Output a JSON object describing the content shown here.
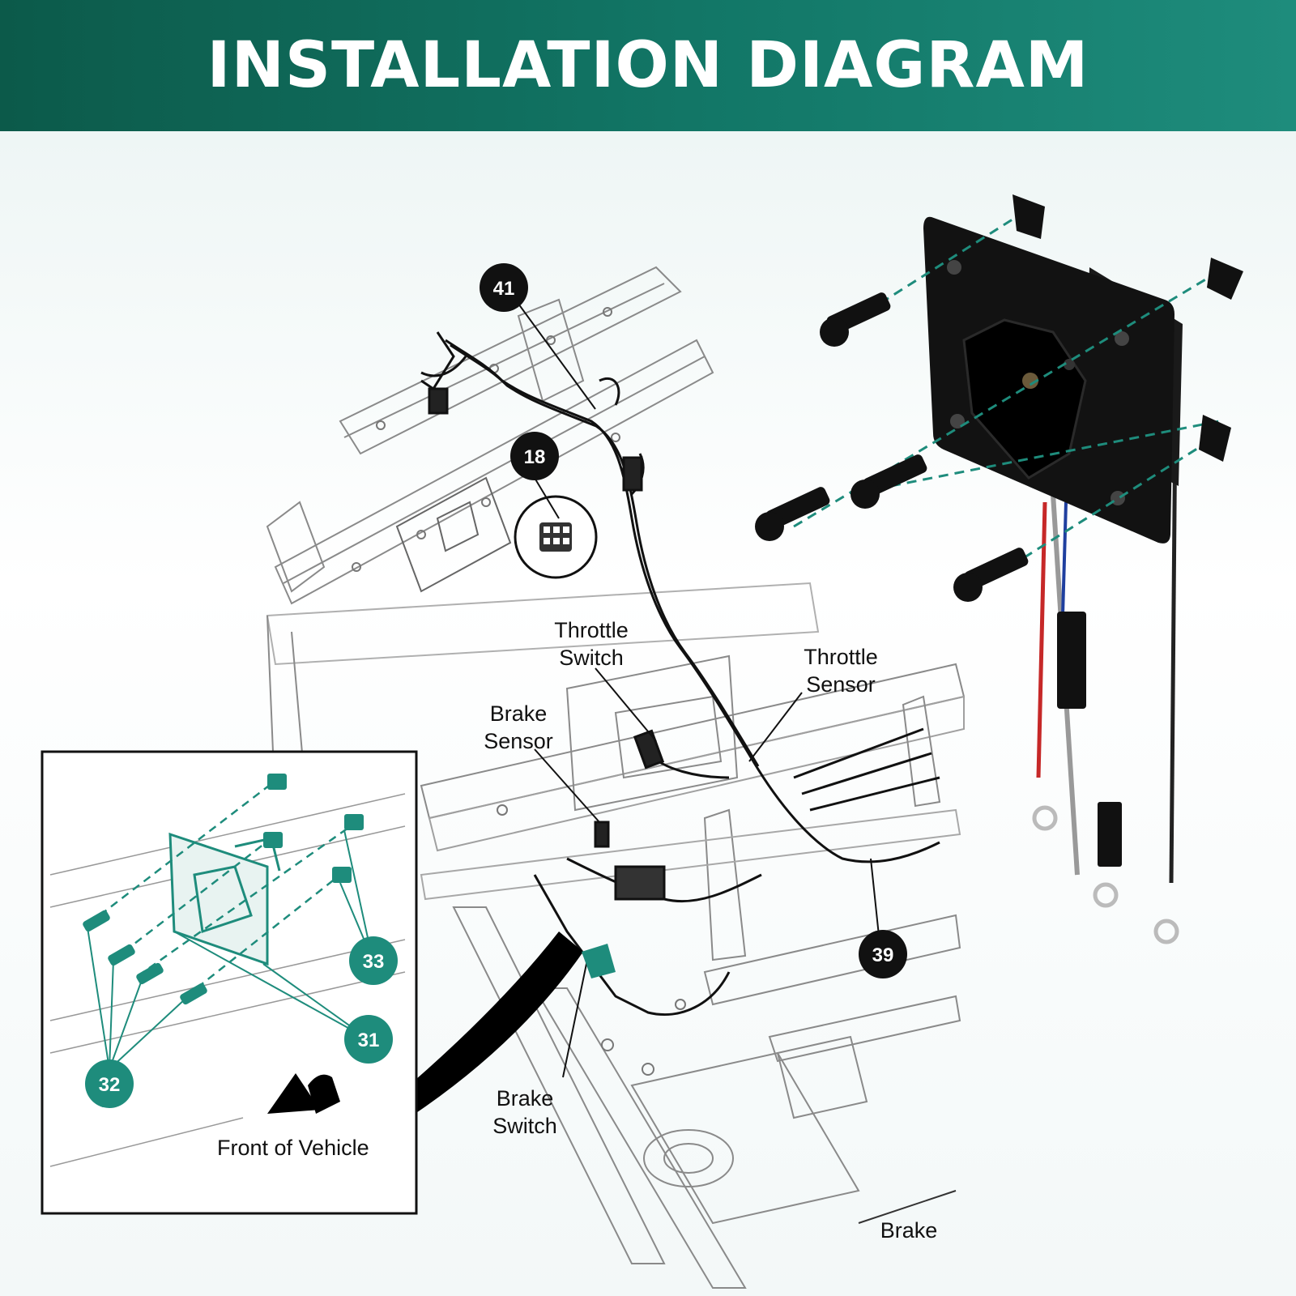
{
  "header": {
    "title": "INSTALLATION DIAGRAM"
  },
  "callouts": {
    "c41": "41",
    "c18": "18",
    "c39": "39",
    "c33": "33",
    "c31": "31",
    "c32": "32"
  },
  "labels": {
    "throttle_switch": [
      "Throttle",
      "Switch"
    ],
    "throttle_sensor": [
      "Throttle",
      "Sensor"
    ],
    "brake_sensor": [
      "Brake",
      "Sensor"
    ],
    "brake_switch": [
      "Brake",
      "Switch"
    ],
    "brake": "Brake",
    "front_of_vehicle": "Front of Vehicle"
  },
  "colors": {
    "accent": "#1e8c7c",
    "dark_green": "#0c5a4a",
    "callout_black": "#111111"
  }
}
